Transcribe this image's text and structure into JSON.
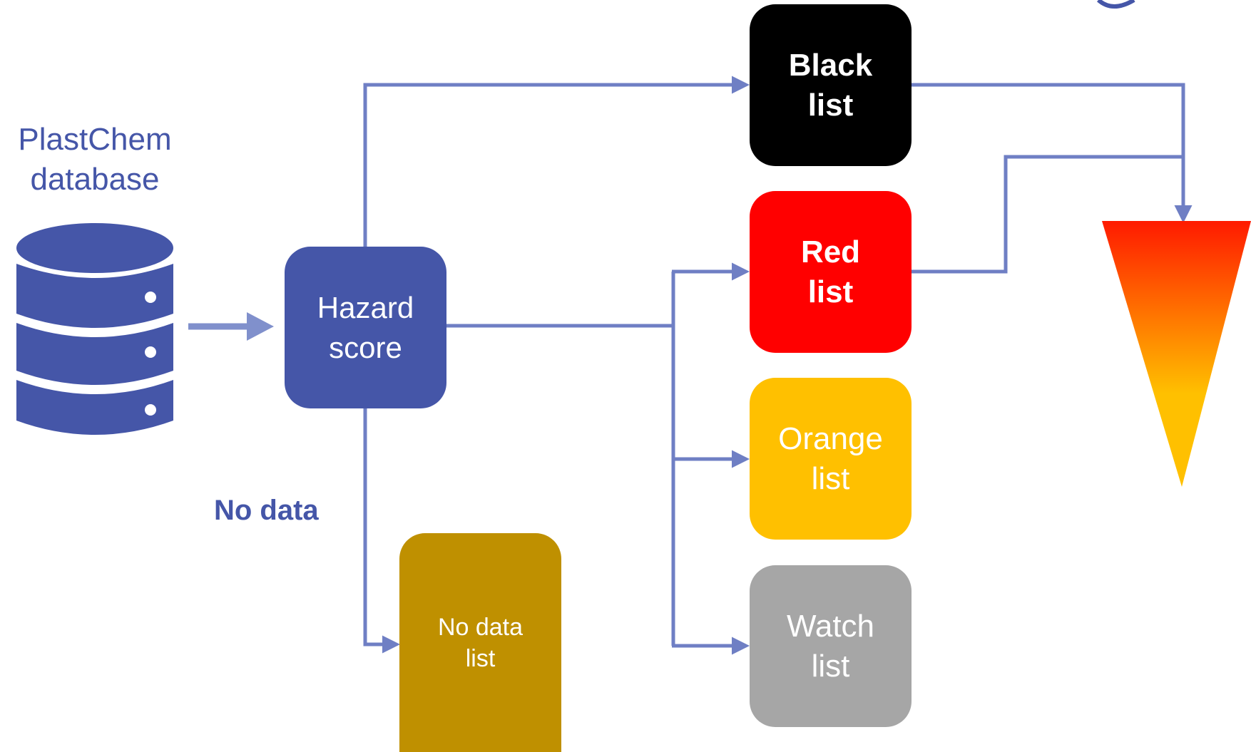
{
  "database": {
    "title": "PlastChem\ndatabase",
    "icon": "database-icon"
  },
  "hazard": {
    "label": "Hazard\nscore"
  },
  "no_data_branch": {
    "label": "No data"
  },
  "lists": {
    "black": {
      "label": "Black\nlist",
      "color": "#000000"
    },
    "red": {
      "label": "Red\nlist",
      "color": "#ff0000"
    },
    "orange": {
      "label": "Orange\nlist",
      "color": "#ffc000"
    },
    "watch": {
      "label": "Watch\nlist",
      "color": "#a6a6a6"
    },
    "no_data": {
      "label": "No data\nlist",
      "color": "#bf9000"
    }
  },
  "colors": {
    "accent": "#4556a8",
    "connector": "#6f7fc4",
    "gradient_top": "#ff1a00",
    "gradient_bottom": "#ffc000"
  },
  "priority_indicator": {
    "icon": "priority-gradient-triangle-icon"
  }
}
